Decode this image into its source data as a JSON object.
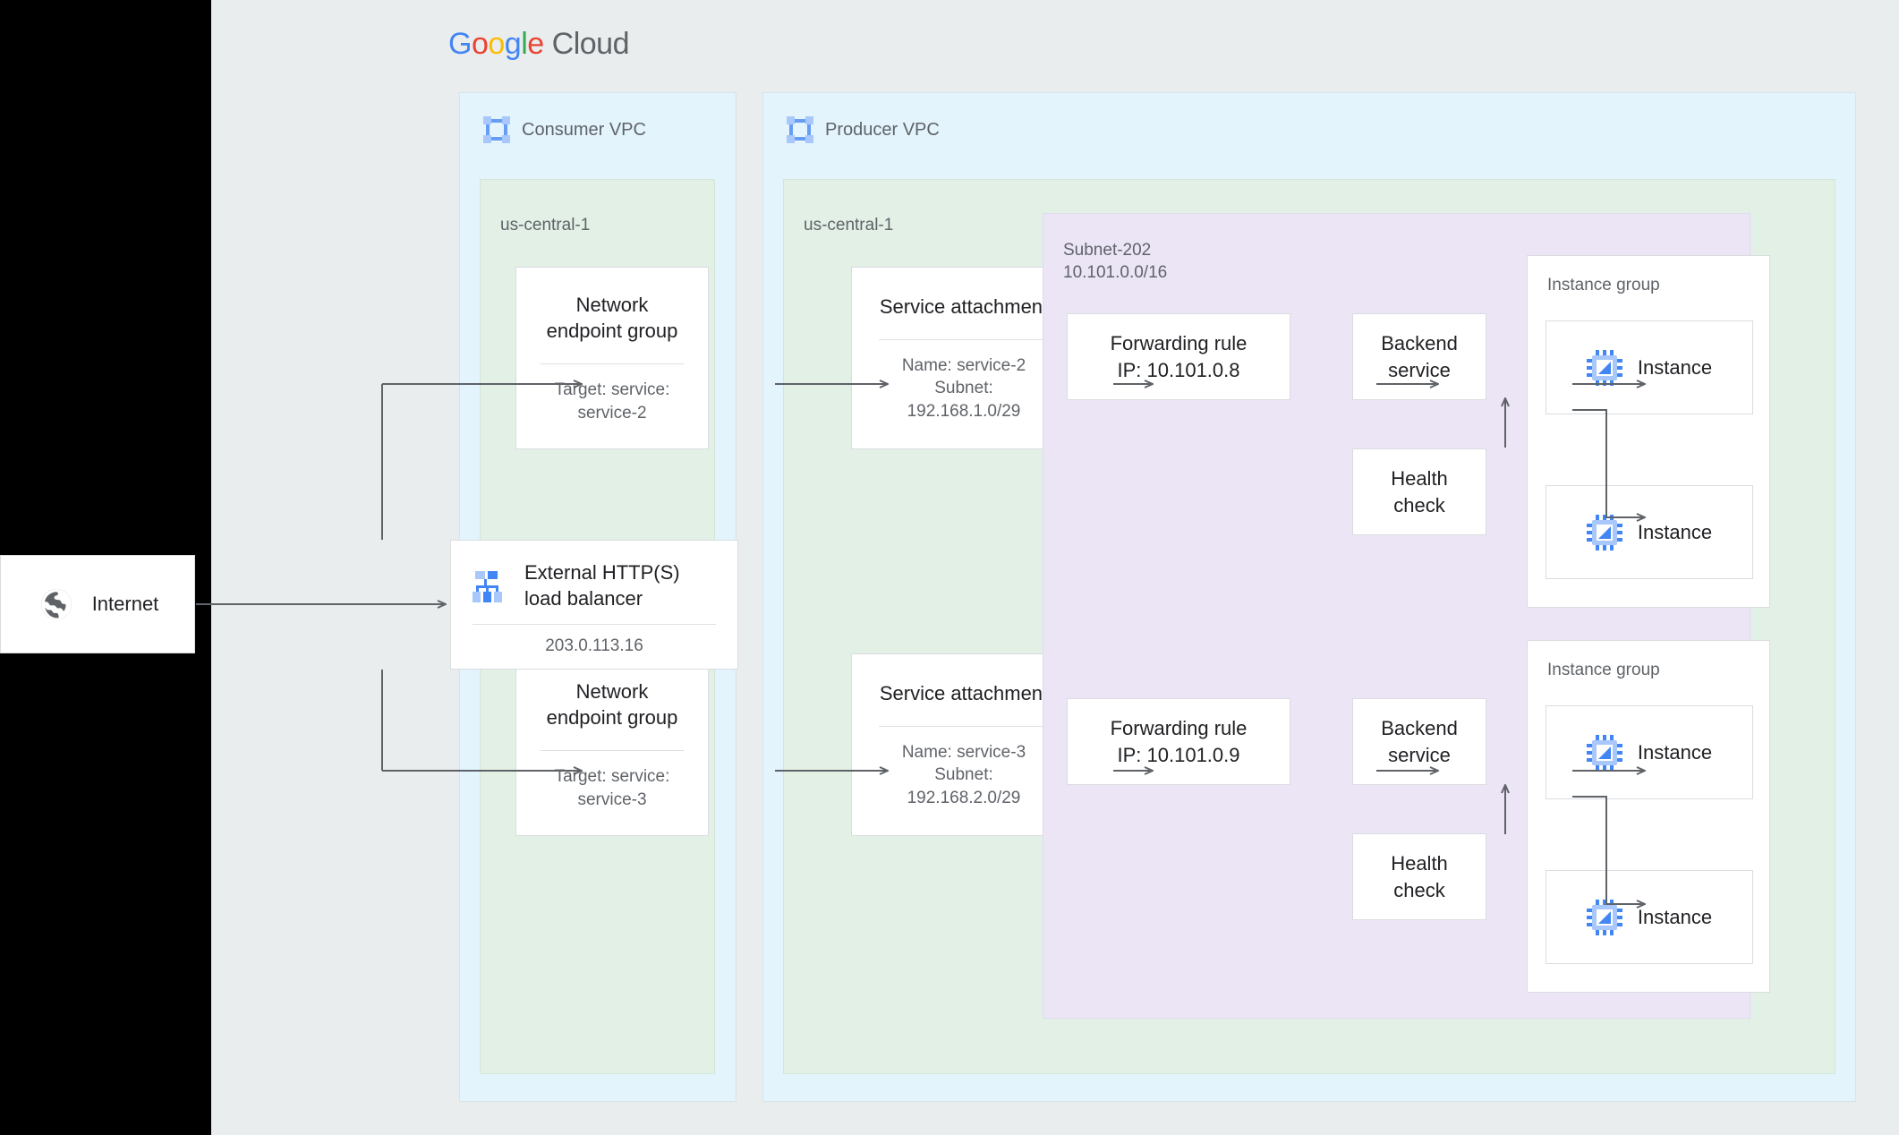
{
  "brand": {
    "logo_google": [
      "G",
      "o",
      "o",
      "g",
      "l",
      "e"
    ],
    "logo_cloud": "Cloud",
    "colors": {
      "blue": "#4285f4",
      "red": "#ea4335",
      "yellow": "#fbbc05",
      "green": "#34a853",
      "gray_text": "#5f6368",
      "canvas": "#eaeded",
      "vpc_fill": "#e3f4fd",
      "zone_fill": "#e2f0e6",
      "subnet_fill": "#ece5f6",
      "card_fill": "#ffffff",
      "border": "#dadce0",
      "connector": "#5f6368",
      "icon_blue": "#4285f4",
      "icon_blue_light": "#a8c7fa"
    }
  },
  "internet": {
    "label": "Internet",
    "icon": "globe-icon"
  },
  "load_balancer": {
    "title": "External HTTP(S) load balancer",
    "title_line1": "External HTTP(S)",
    "title_line2": "load balancer",
    "ip": "203.0.113.16",
    "icon": "load-balancer-icon"
  },
  "consumer_vpc": {
    "title": "Consumer VPC",
    "icon": "vpc-icon",
    "zone": {
      "label": "us-central-1"
    },
    "nodes": [
      {
        "title_line1": "Network",
        "title_line2": "endpoint group",
        "sub_line1": "Target: service:",
        "sub_line2": "service-2"
      },
      {
        "title_line1": "Network",
        "title_line2": "endpoint group",
        "sub_line1": "Target: service:",
        "sub_line2": "service-3"
      }
    ]
  },
  "producer_vpc": {
    "title": "Producer VPC",
    "icon": "vpc-icon",
    "zone": {
      "label": "us-central-1"
    },
    "service_attachments": [
      {
        "title": "Service attachment",
        "sub_line1": "Name: service-2",
        "sub_line2": "Subnet:",
        "sub_line3": "192.168.1.0/29"
      },
      {
        "title": "Service attachment",
        "sub_line1": "Name: service-3",
        "sub_line2": "Subnet:",
        "sub_line3": "192.168.2.0/29"
      }
    ],
    "subnet": {
      "name": "Subnet-202",
      "cidr": "10.101.0.0/16"
    },
    "stacks": [
      {
        "forwarding_rule_line1": "Forwarding rule",
        "forwarding_rule_line2": "IP: 10.101.0.8",
        "backend_service_line1": "Backend",
        "backend_service_line2": "service",
        "health_check_line1": "Health",
        "health_check_line2": "check",
        "instance_group_label": "Instance group",
        "instances": [
          "Instance",
          "Instance"
        ]
      },
      {
        "forwarding_rule_line1": "Forwarding rule",
        "forwarding_rule_line2": "IP: 10.101.0.9",
        "backend_service_line1": "Backend",
        "backend_service_line2": "service",
        "health_check_line1": "Health",
        "health_check_line2": "check",
        "instance_group_label": "Instance group",
        "instances": [
          "Instance",
          "Instance"
        ]
      }
    ]
  }
}
